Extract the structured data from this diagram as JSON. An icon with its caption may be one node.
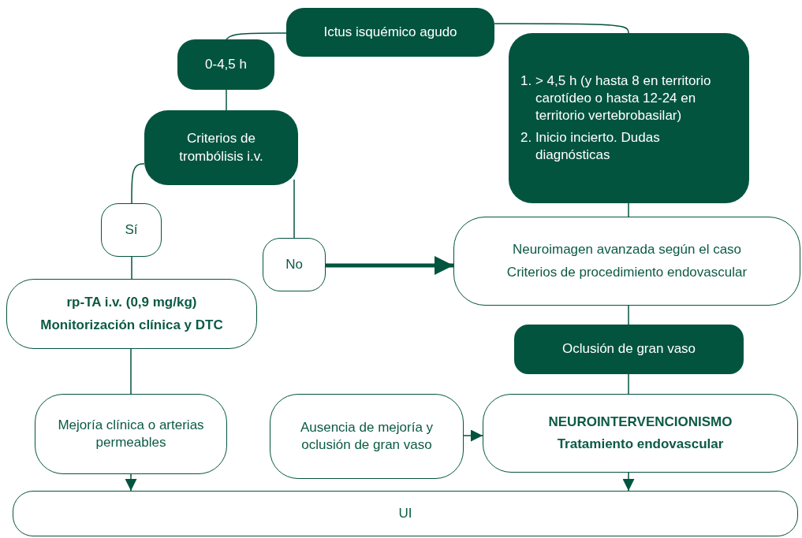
{
  "diagram": {
    "nodes": [
      {
        "text": [
          "Ictus isquémico agudo"
        ]
      },
      {
        "text": [
          "0-4,5 h"
        ]
      },
      {
        "text": [
          "1. > 4,5 h (y hasta 8 en territorio carotídeo o hasta 12-24 en territorio vertebrobasilar)",
          "2. Inicio incierto. Dudas diagnósticas"
        ]
      },
      {
        "text": [
          "Criterios de trombólisis i.v."
        ]
      },
      {
        "text": [
          "Sí"
        ]
      },
      {
        "text": [
          "No"
        ]
      },
      {
        "text": [
          "Neuroimagen avanzada según el caso",
          "Criterios de procedimiento endovascular"
        ]
      },
      {
        "text": [
          "rp-TA i.v. (0,9 mg/kg)",
          "Monitorización clínica y DTC"
        ]
      },
      {
        "text": [
          "Oclusión de gran vaso"
        ]
      },
      {
        "text": [
          "Mejoría clínica o arterias permeables"
        ]
      },
      {
        "text": [
          "Ausencia de mejoría y oclusión de gran vaso"
        ]
      },
      {
        "text": [
          "NEUROINTERVENCIONISMO",
          "Tratamiento endovascular"
        ]
      },
      {
        "text": [
          "UI"
        ]
      }
    ],
    "edges": [
      {
        "from": 0,
        "to": 1,
        "arrow": "none"
      },
      {
        "from": 0,
        "to": 2,
        "arrow": "none"
      },
      {
        "from": 1,
        "to": 3,
        "arrow": "none"
      },
      {
        "from": 3,
        "to": 4,
        "arrow": "none"
      },
      {
        "from": 3,
        "to": 5,
        "arrow": "none"
      },
      {
        "from": 5,
        "to": 6,
        "arrow": "to",
        "style": "thick"
      },
      {
        "from": 2,
        "to": 6,
        "arrow": "none"
      },
      {
        "from": 4,
        "to": 7,
        "arrow": "none"
      },
      {
        "from": 6,
        "to": 8,
        "arrow": "none"
      },
      {
        "from": 7,
        "to": 9,
        "arrow": "none"
      },
      {
        "from": 8,
        "to": 11,
        "arrow": "none"
      },
      {
        "from": 10,
        "to": 11,
        "arrow": "to"
      },
      {
        "from": 9,
        "to": 12,
        "arrow": "to"
      },
      {
        "from": 11,
        "to": 12,
        "arrow": "to"
      }
    ]
  }
}
